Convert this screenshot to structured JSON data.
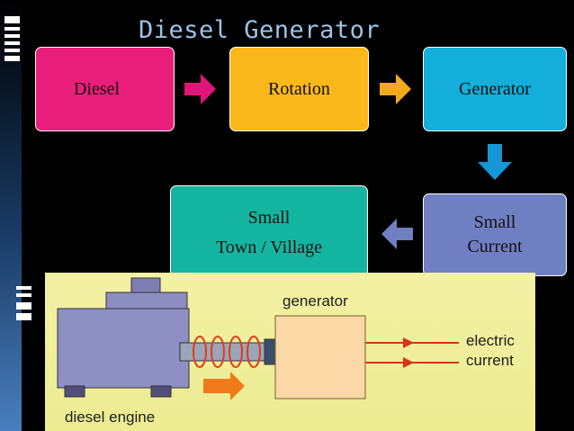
{
  "slide": {
    "title": "Diesel Generator"
  },
  "flow": {
    "diesel": "Diesel",
    "rotation": "Rotation",
    "generator": "Generator",
    "small_current_line1": "Small",
    "small_current_line2": "Current",
    "town_line1": "Small",
    "town_line2": "Town / Village"
  },
  "picture": {
    "generator_label": "generator",
    "engine_label": "diesel engine",
    "current_line1": "electric",
    "current_line2": "current"
  },
  "colors": {
    "diesel": "#e91e7a",
    "rotation": "#fbb81b",
    "generator": "#13aed9",
    "small_current": "#6f7fc2",
    "town": "#14b5a0",
    "arrow_pink": "#e0157a",
    "arrow_orange": "#f4a81c",
    "arrow_blue": "#1596d6",
    "arrow_violet": "#6f7fc2"
  }
}
